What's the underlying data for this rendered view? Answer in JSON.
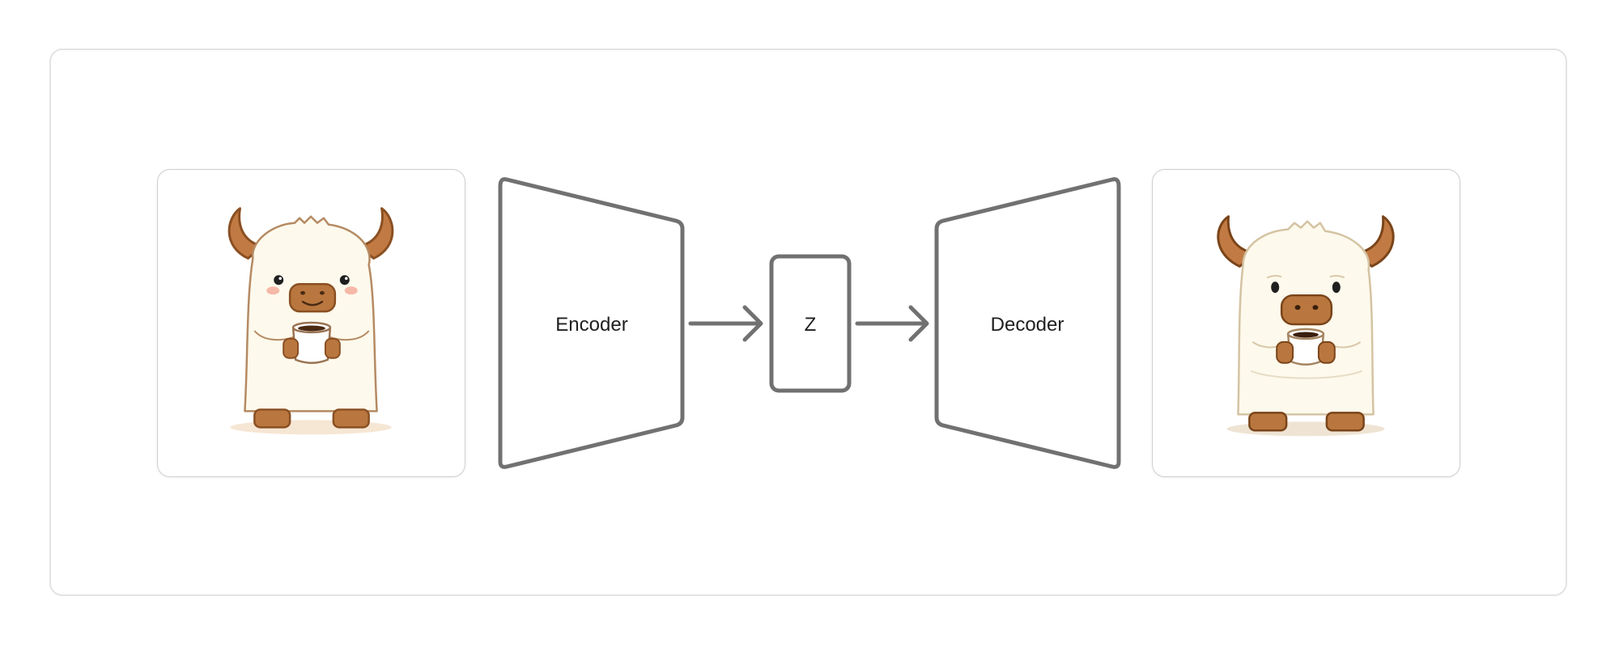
{
  "diagram": {
    "encoder_label": "Encoder",
    "latent_label": "Z",
    "decoder_label": "Decoder"
  },
  "icons": {
    "input_image": "yak-mascot-holding-coffee-icon",
    "output_image": "reconstructed-yak-mascot-icon"
  },
  "colors": {
    "stroke": "#717171",
    "fur": "#fdf9ec",
    "horn": "#c17a43",
    "muzzle": "#b9773f",
    "card_border": "#cfcfcf",
    "frame_border": "#e3e3e3"
  }
}
